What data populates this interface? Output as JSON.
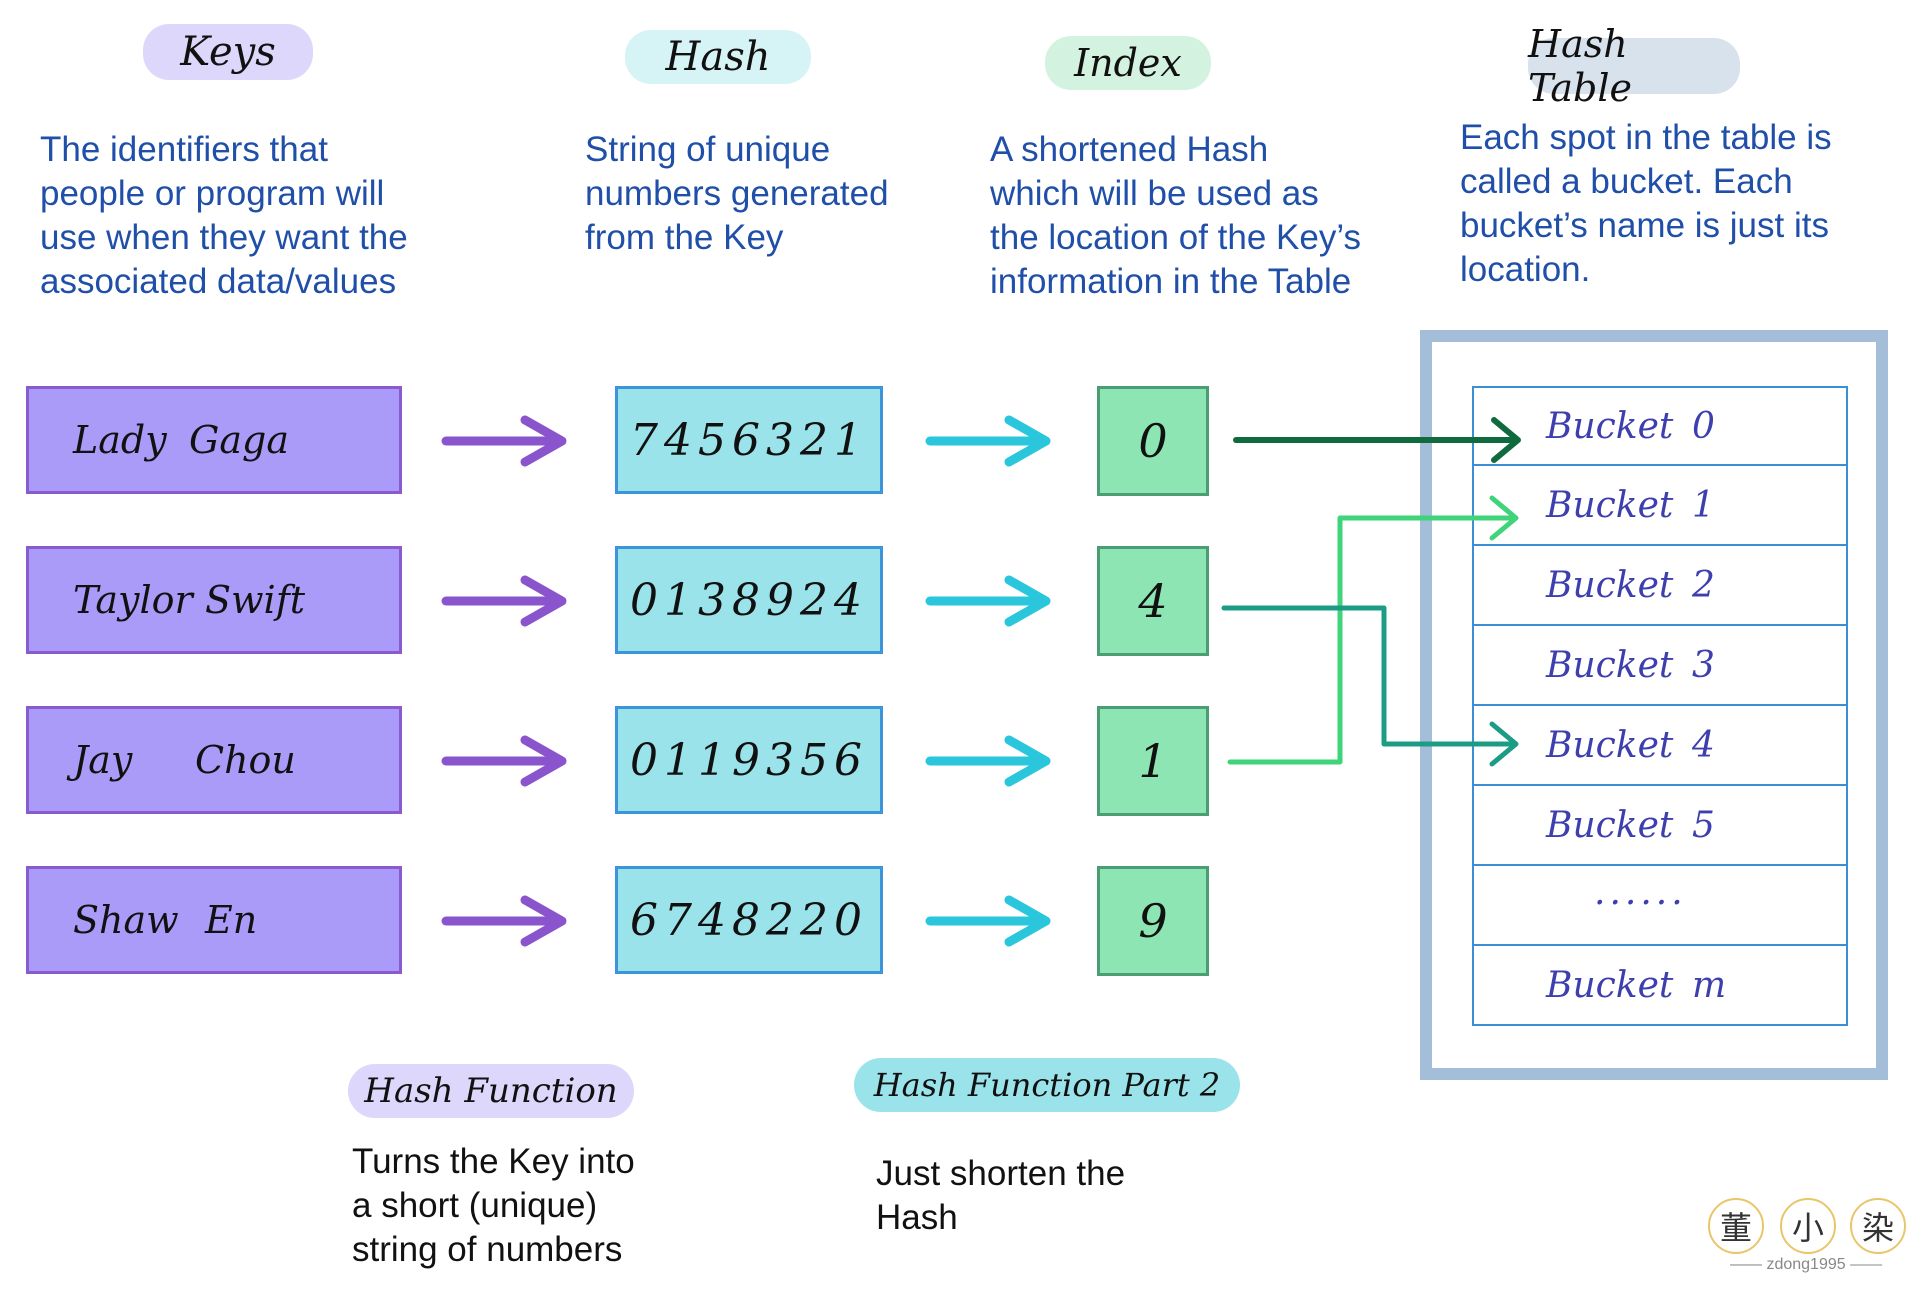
{
  "columns": {
    "keys": {
      "title": "Keys",
      "description_lines": [
        "The identifiers that",
        "people or program will",
        "use when they want the",
        "associated data/values"
      ]
    },
    "hash": {
      "title": "Hash",
      "description_lines": [
        "String of unique",
        "numbers generated",
        "from the Key"
      ]
    },
    "index": {
      "title": "Index",
      "description_lines": [
        "A shortened Hash",
        "which will be used as",
        "the location of the Key’s",
        "information in the Table"
      ]
    },
    "table": {
      "title": "Hash Table",
      "description_lines": [
        "Each spot in the table is",
        "called a bucket. Each",
        "bucket’s name is just its",
        "location."
      ]
    }
  },
  "rows": [
    {
      "key_first": "Lady",
      "key_last": "Gaga",
      "hash": "7456321",
      "index": "0"
    },
    {
      "key_first": "Taylor",
      "key_last": "Swift",
      "hash": "0138924",
      "index": "4"
    },
    {
      "key_first": "Jay",
      "key_last": "Chou",
      "hash": "0119356",
      "index": "1"
    },
    {
      "key_first": "Shaw",
      "key_last": "En",
      "hash": "6748220",
      "index": "9"
    }
  ],
  "buckets": [
    {
      "label": "Bucket",
      "number": "0"
    },
    {
      "label": "Bucket",
      "number": "1"
    },
    {
      "label": "Bucket",
      "number": "2"
    },
    {
      "label": "Bucket",
      "number": "3"
    },
    {
      "label": "Bucket",
      "number": "4"
    },
    {
      "label": "Bucket",
      "number": "5"
    },
    {
      "label": "",
      "number": "......"
    },
    {
      "label": "Bucket",
      "number": "m"
    }
  ],
  "functions": {
    "hash_function": {
      "title": "Hash Function",
      "description_lines": [
        "Turns the Key into",
        "a short (unique)",
        "string of numbers"
      ]
    },
    "hash_function_2": {
      "title": "Hash Function Part 2",
      "description_lines": [
        "Just shorten the",
        "Hash"
      ]
    }
  },
  "watermark": {
    "chars": [
      "董",
      "小",
      "染"
    ],
    "handle": "zdong1995"
  },
  "colors": {
    "keys_pill": "#dcd7fb",
    "hash_pill": "#d6f3f6",
    "index_pill": "#d3f2df",
    "table_pill": "#d7e2ed",
    "key_box": "#a99bf7",
    "hash_box": "#9ae3ea",
    "index_box": "#8de5b3",
    "purple_arrow": "#8a55cc",
    "cyan_arrow": "#29c6dc",
    "dark_green_arrow": "#0f6b3d",
    "green_arrow": "#3fd47a",
    "teal_arrow": "#1c9c84",
    "description_text": "#1f4fa8"
  }
}
